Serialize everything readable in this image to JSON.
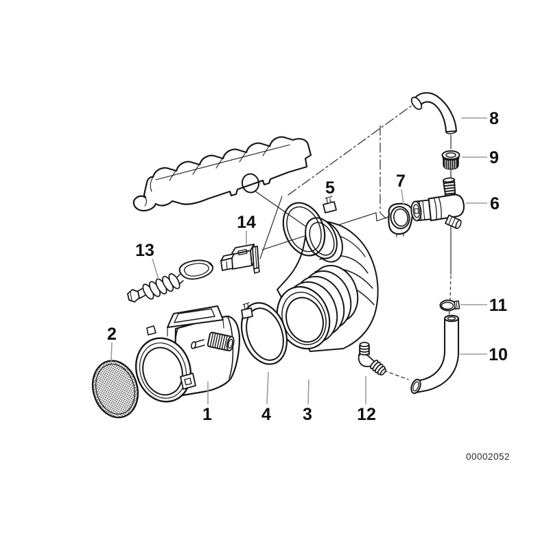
{
  "figure": {
    "drawing_number": "00002052",
    "ink_color": "#161616",
    "leader_color": "#9a9a9a",
    "background_color": "#ffffff",
    "callouts": {
      "c1": "1",
      "c2": "2",
      "c3": "3",
      "c4": "4",
      "c5": "5",
      "c6": "6",
      "c7": "7",
      "c8": "8",
      "c9": "9",
      "c10": "10",
      "c11": "11",
      "c12": "12",
      "c13": "13",
      "c14": "14"
    }
  }
}
